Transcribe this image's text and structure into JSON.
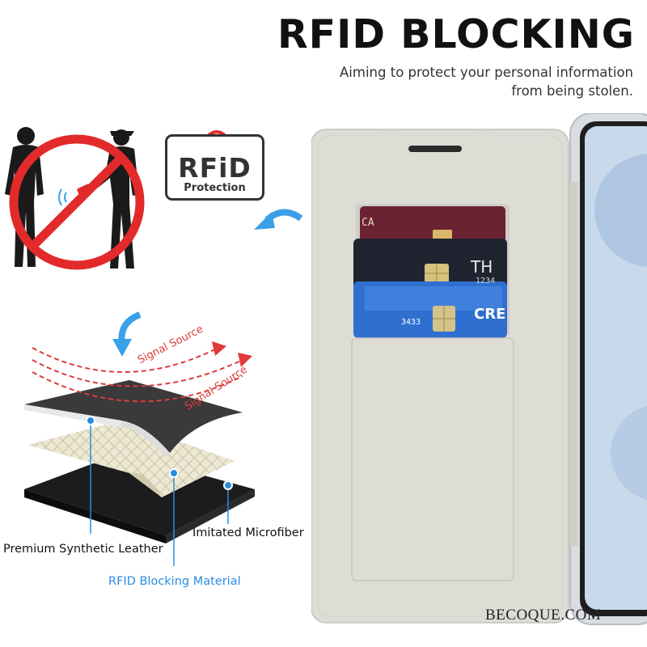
{
  "header": {
    "title": "RFID BLOCKING",
    "subtitle_line1": "Aiming to protect your personal information",
    "subtitle_line2": "from being stolen."
  },
  "rfid_logo": {
    "big_text": "RFiD",
    "small_text": "Protection"
  },
  "layers": {
    "signal_source_1": "Signal Source",
    "signal_source_2": "Signal Source",
    "leather_label": "Premium Synthetic Leather",
    "microfiber_label": "Imitated Microfiber",
    "blocking_label": "RFID Blocking Material"
  },
  "cards": {
    "card1_text": "CA",
    "card2_text": "TH",
    "card2_number": "1234",
    "card3_text": "CRE",
    "card3_number": "3433"
  },
  "watermark": "BECOQUE.COM",
  "colors": {
    "accent_blue": "#2a8de0",
    "arrow_blue": "#3aa0e8",
    "prohibition_red": "#e22a2a",
    "signal_red": "#e03a3a"
  }
}
